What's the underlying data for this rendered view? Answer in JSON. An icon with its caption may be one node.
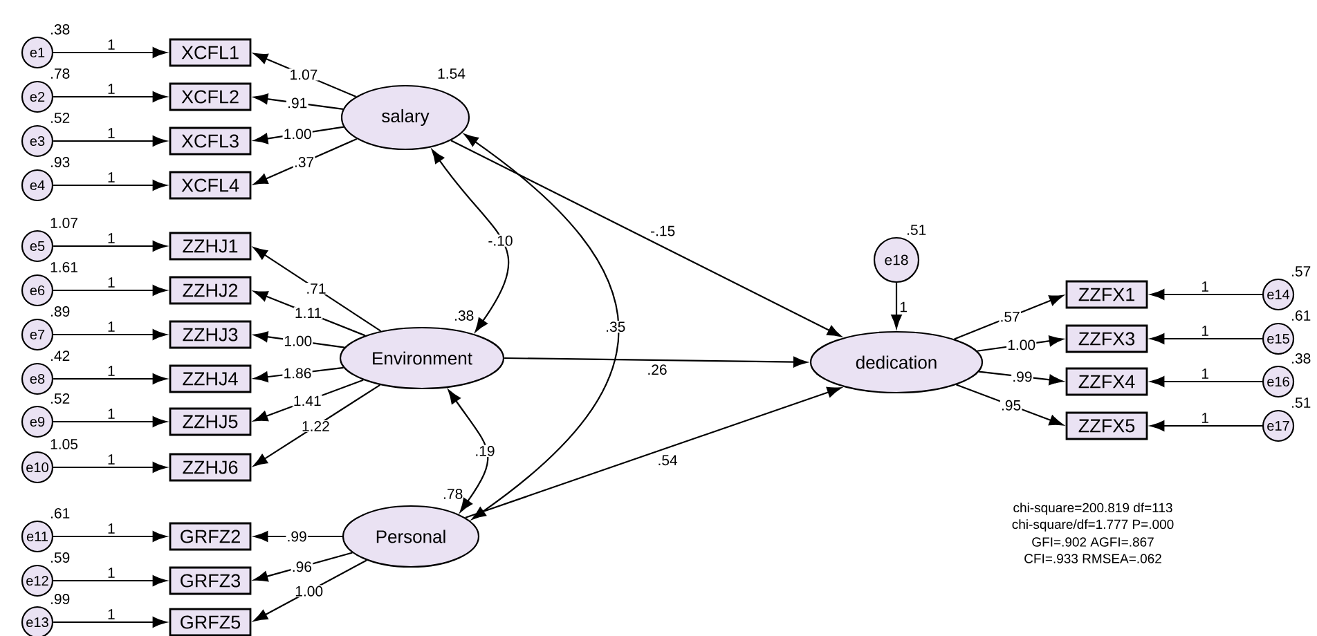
{
  "diagram": {
    "nodes": [
      {
        "text": [
          "e1"
        ],
        "beside": [
          ".38"
        ]
      },
      {
        "text": [
          "e2"
        ],
        "beside": [
          ".78"
        ]
      },
      {
        "text": [
          "e3"
        ],
        "beside": [
          ".52"
        ]
      },
      {
        "text": [
          "e4"
        ],
        "beside": [
          ".93"
        ]
      },
      {
        "text": [
          "e5"
        ],
        "beside": [
          "1.07"
        ]
      },
      {
        "text": [
          "e6"
        ],
        "beside": [
          "1.61"
        ]
      },
      {
        "text": [
          "e7"
        ],
        "beside": [
          ".89"
        ]
      },
      {
        "text": [
          "e8"
        ],
        "beside": [
          ".42"
        ]
      },
      {
        "text": [
          "e9"
        ],
        "beside": [
          ".52"
        ]
      },
      {
        "text": [
          "e10"
        ],
        "beside": [
          "1.05"
        ]
      },
      {
        "text": [
          "e11"
        ],
        "beside": [
          ".61"
        ]
      },
      {
        "text": [
          "e12"
        ],
        "beside": [
          ".59"
        ]
      },
      {
        "text": [
          "e13"
        ],
        "beside": [
          ".99"
        ]
      },
      {
        "text": [
          "XCFL1"
        ]
      },
      {
        "text": [
          "XCFL2"
        ]
      },
      {
        "text": [
          "XCFL3"
        ]
      },
      {
        "text": [
          "XCFL4"
        ]
      },
      {
        "text": [
          "ZZHJ1"
        ]
      },
      {
        "text": [
          "ZZHJ2"
        ]
      },
      {
        "text": [
          "ZZHJ3"
        ]
      },
      {
        "text": [
          "ZZHJ4"
        ]
      },
      {
        "text": [
          "ZZHJ5"
        ]
      },
      {
        "text": [
          "ZZHJ6"
        ]
      },
      {
        "text": [
          "GRFZ2"
        ]
      },
      {
        "text": [
          "GRFZ3"
        ]
      },
      {
        "text": [
          "GRFZ5"
        ]
      },
      {
        "text": [
          "salary"
        ],
        "beside": [
          "1.54"
        ]
      },
      {
        "text": [
          "Environment"
        ],
        "beside": [
          ".38"
        ]
      },
      {
        "text": [
          "Personal"
        ],
        "beside": [
          ".78"
        ]
      },
      {
        "text": [
          "e18"
        ],
        "beside": [
          ".51"
        ]
      },
      {
        "text": [
          "dedication"
        ]
      },
      {
        "text": [
          "ZZFX1"
        ]
      },
      {
        "text": [
          "ZZFX3"
        ]
      },
      {
        "text": [
          "ZZFX4"
        ]
      },
      {
        "text": [
          "ZZFX5"
        ]
      },
      {
        "text": [
          "e14"
        ],
        "beside": [
          ".57"
        ]
      },
      {
        "text": [
          "e15"
        ],
        "beside": [
          ".61"
        ]
      },
      {
        "text": [
          "e16"
        ],
        "beside": [
          ".38"
        ]
      },
      {
        "text": [
          "e17"
        ],
        "beside": [
          ".51"
        ]
      }
    ],
    "edges": [
      {
        "from": 0,
        "to": 13,
        "arrow": "to",
        "label": "1"
      },
      {
        "from": 1,
        "to": 14,
        "arrow": "to",
        "label": "1"
      },
      {
        "from": 2,
        "to": 15,
        "arrow": "to",
        "label": "1"
      },
      {
        "from": 3,
        "to": 16,
        "arrow": "to",
        "label": "1"
      },
      {
        "from": 4,
        "to": 17,
        "arrow": "to",
        "label": "1"
      },
      {
        "from": 5,
        "to": 18,
        "arrow": "to",
        "label": "1"
      },
      {
        "from": 6,
        "to": 19,
        "arrow": "to",
        "label": "1"
      },
      {
        "from": 7,
        "to": 20,
        "arrow": "to",
        "label": "1"
      },
      {
        "from": 8,
        "to": 21,
        "arrow": "to",
        "label": "1"
      },
      {
        "from": 9,
        "to": 22,
        "arrow": "to",
        "label": "1"
      },
      {
        "from": 10,
        "to": 23,
        "arrow": "to",
        "label": "1"
      },
      {
        "from": 11,
        "to": 24,
        "arrow": "to",
        "label": "1"
      },
      {
        "from": 12,
        "to": 25,
        "arrow": "to",
        "label": "1"
      },
      {
        "from": 26,
        "to": 13,
        "arrow": "to",
        "label": "1.07"
      },
      {
        "from": 26,
        "to": 14,
        "arrow": "to",
        "label": ".91"
      },
      {
        "from": 26,
        "to": 15,
        "arrow": "to",
        "label": "1.00"
      },
      {
        "from": 26,
        "to": 16,
        "arrow": "to",
        "label": ".37"
      },
      {
        "from": 27,
        "to": 17,
        "arrow": "to",
        "label": ".71"
      },
      {
        "from": 27,
        "to": 18,
        "arrow": "to",
        "label": "1.11"
      },
      {
        "from": 27,
        "to": 19,
        "arrow": "to",
        "label": "1.00"
      },
      {
        "from": 27,
        "to": 20,
        "arrow": "to",
        "label": "1.86"
      },
      {
        "from": 27,
        "to": 21,
        "arrow": "to",
        "label": "1.41"
      },
      {
        "from": 27,
        "to": 22,
        "arrow": "to",
        "label": "1.22"
      },
      {
        "from": 28,
        "to": 23,
        "arrow": "to",
        "label": ".99"
      },
      {
        "from": 28,
        "to": 24,
        "arrow": "to",
        "label": ".96"
      },
      {
        "from": 28,
        "to": 25,
        "arrow": "to",
        "label": "1.00"
      },
      {
        "from": 26,
        "to": 27,
        "arrow": "both",
        "label": "-.10"
      },
      {
        "from": 26,
        "to": 28,
        "arrow": "both",
        "label": ".35"
      },
      {
        "from": 27,
        "to": 28,
        "arrow": "both",
        "label": ".19"
      },
      {
        "from": 26,
        "to": 30,
        "arrow": "to",
        "label": "-.15"
      },
      {
        "from": 27,
        "to": 30,
        "arrow": "to",
        "label": ".26"
      },
      {
        "from": 28,
        "to": 30,
        "arrow": "to",
        "label": ".54"
      },
      {
        "from": 29,
        "to": 30,
        "arrow": "to",
        "label": "1"
      },
      {
        "from": 30,
        "to": 31,
        "arrow": "to",
        "label": ".57"
      },
      {
        "from": 30,
        "to": 32,
        "arrow": "to",
        "label": "1.00"
      },
      {
        "from": 30,
        "to": 33,
        "arrow": "to",
        "label": ".99"
      },
      {
        "from": 30,
        "to": 34,
        "arrow": "to",
        "label": ".95"
      },
      {
        "from": 35,
        "to": 31,
        "arrow": "to",
        "label": "1"
      },
      {
        "from": 36,
        "to": 32,
        "arrow": "to",
        "label": "1"
      },
      {
        "from": 37,
        "to": 33,
        "arrow": "to",
        "label": "1"
      },
      {
        "from": 38,
        "to": 34,
        "arrow": "to",
        "label": "1"
      }
    ],
    "labels": [
      "chi-square=200.819 df=113",
      "chi-square/df=1.777 P=.000",
      "GFI=.902 AGFI=.867",
      "CFI=.933 RMSEA=.062"
    ]
  }
}
